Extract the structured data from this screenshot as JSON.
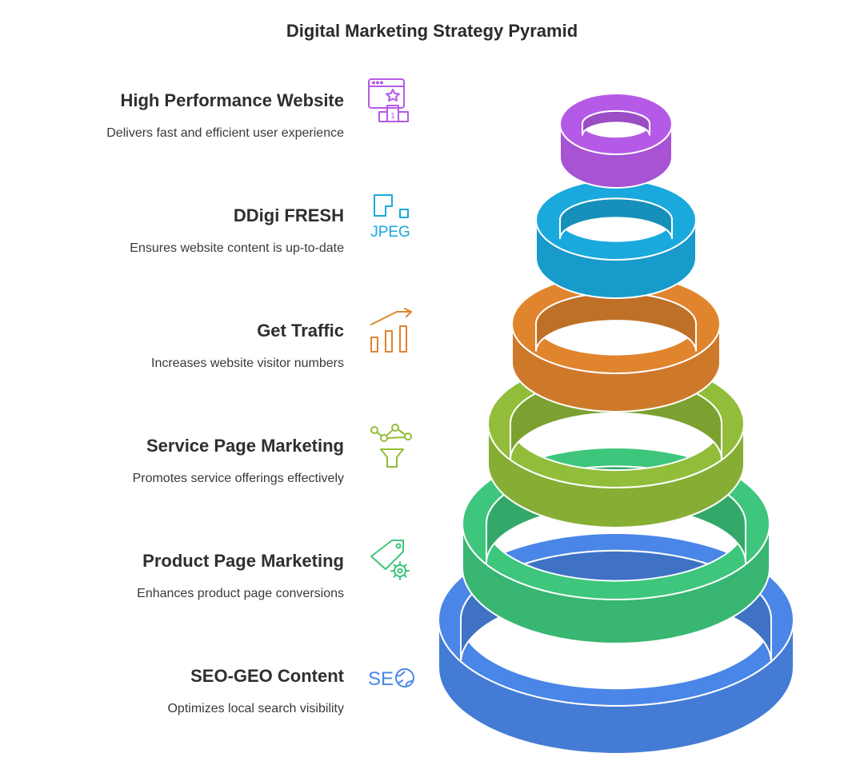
{
  "title": "Digital Marketing Strategy Pyramid",
  "levels": [
    {
      "title": "High Performance Website",
      "description": "Delivers fast and efficient user experience",
      "icon": "website-award-icon",
      "color": "#b55ae6"
    },
    {
      "title": "DDigi FRESH",
      "description": "Ensures website content is up-to-date",
      "icon": "jpeg-image-icon",
      "icon_text": "JPEG",
      "color": "#1aa9dc"
    },
    {
      "title": "Get Traffic",
      "description": "Increases website visitor numbers",
      "icon": "growth-chart-icon",
      "color": "#e0842e"
    },
    {
      "title": "Service Page Marketing",
      "description": "Promotes service offerings effectively",
      "icon": "funnel-network-icon",
      "color": "#92bd3a"
    },
    {
      "title": "Product Page Marketing",
      "description": "Enhances product page conversions",
      "icon": "tag-gear-icon",
      "color": "#3dc67c"
    },
    {
      "title": "SEO-GEO Content",
      "description": "Optimizes local search visibility",
      "icon": "seo-globe-icon",
      "icon_text": "SE",
      "color": "#4a86e8"
    }
  ]
}
